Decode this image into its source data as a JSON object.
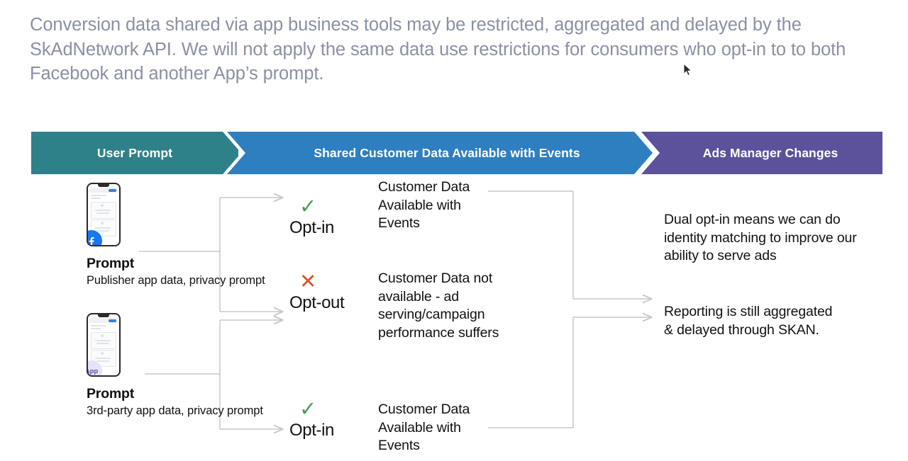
{
  "intro": {
    "paragraph": "Conversion data shared via app business tools may be restricted, aggregated and delayed by the SkAdNetwork API. We will not apply the same data use restrictions for consumers who opt-in to to both Facebook and another App’s prompt."
  },
  "banner": {
    "stages": [
      {
        "label": "User Prompt",
        "color": "#2e8189"
      },
      {
        "label": "Shared Customer Data Available with Events",
        "color": "#2e7fbf"
      },
      {
        "label": "Ads Manager Changes",
        "color": "#5b529b"
      }
    ]
  },
  "sources": [
    {
      "badge": "facebook-logo",
      "badge_text": "",
      "title": "Prompt",
      "subtitle": "Publisher app data, privacy prompt"
    },
    {
      "badge": "app-badge",
      "badge_text": "App",
      "title": "Prompt",
      "subtitle": "3rd-party app data, privacy prompt"
    }
  ],
  "decisions": [
    {
      "icon": "check-mark",
      "glyph": "✓",
      "label": "Opt-in",
      "color": "#4a9b52"
    },
    {
      "icon": "cross-mark",
      "glyph": "✕",
      "label": "Opt-out",
      "color": "#d9512c"
    },
    {
      "icon": "check-mark",
      "glyph": "✓",
      "label": "Opt-in",
      "color": "#4a9b52"
    }
  ],
  "outcomes": [
    "Customer Data Available with Events",
    "Customer Data not available - ad serving/campaign performance suffers",
    "Customer Data Available with Events"
  ],
  "results": [
    "Dual opt-in means we can do identity matching to improve our ability to serve ads",
    "Reporting is still aggregated & delayed through SKAN."
  ],
  "colors": {
    "intro_text": "#8991a3",
    "body_text": "#111111",
    "connector": "#c9c9c9",
    "teal": "#2e8189",
    "blue": "#2e7fbf",
    "purple": "#5b529b",
    "check_green": "#4a9b52",
    "cross_red": "#d9512c",
    "facebook_blue": "#1877f2",
    "app_badge_bg": "#e6e2fb"
  }
}
